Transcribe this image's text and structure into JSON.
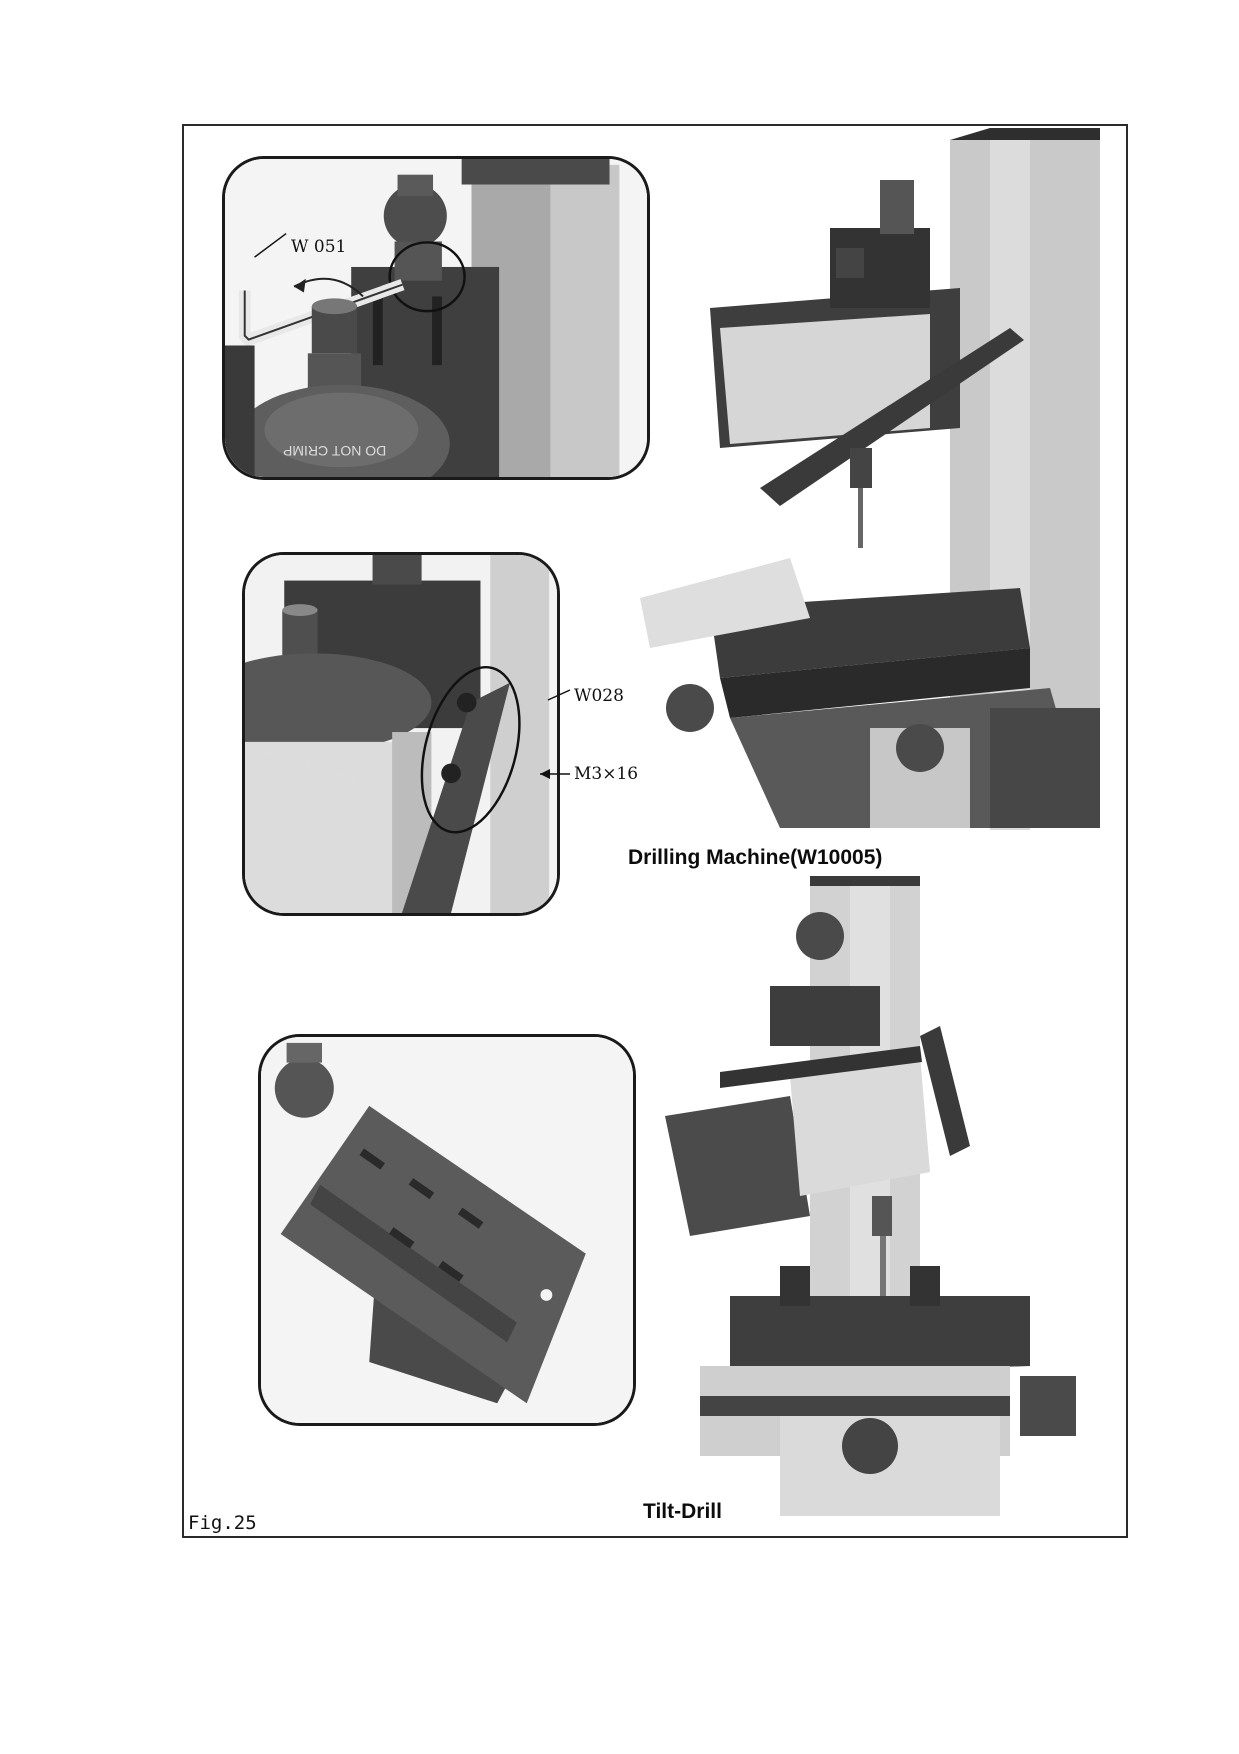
{
  "figure": {
    "label": "Fig.25",
    "captions": {
      "drilling_machine": "Drilling Machine(W10005)",
      "tilt_drill": "Tilt-Drill"
    },
    "callouts": {
      "hex_key": "W 051",
      "handle_part": "W028",
      "screw": "M3×16"
    },
    "dial_text": "DO NOT CRIMP"
  }
}
